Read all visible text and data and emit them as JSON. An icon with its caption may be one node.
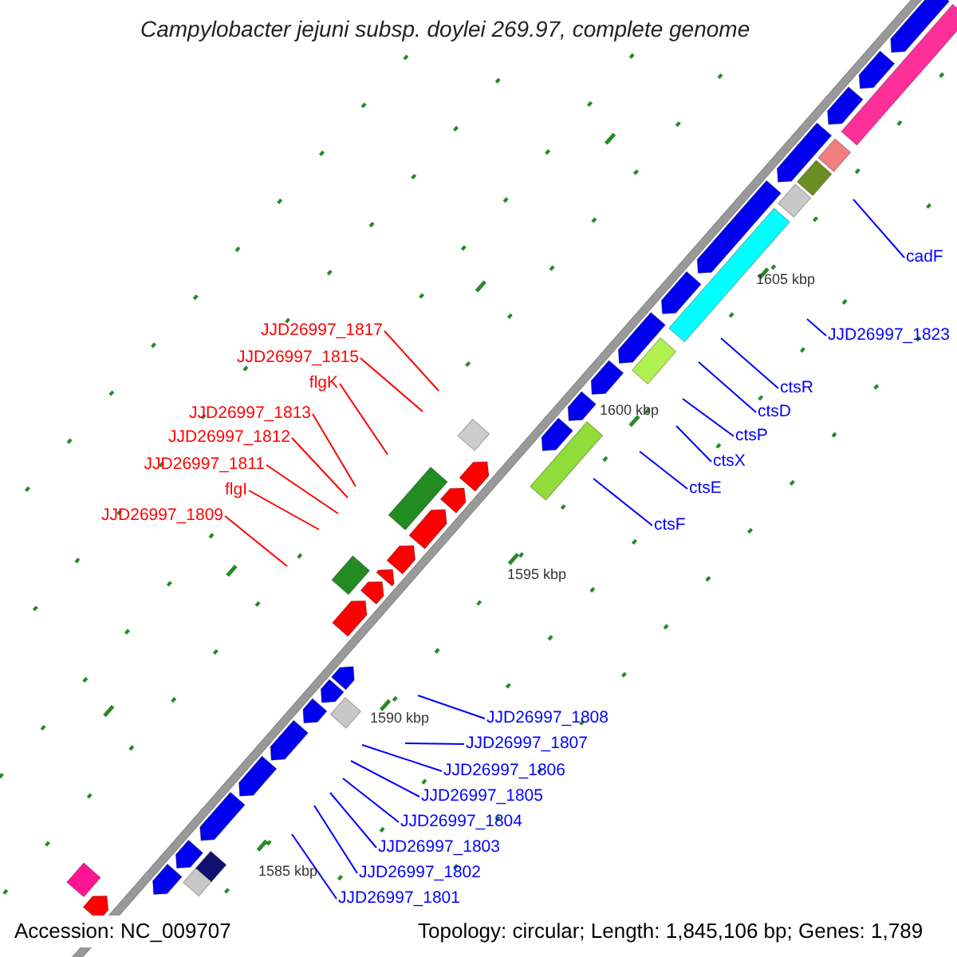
{
  "diagram": {
    "title": "Campylobacter jejuni subsp. doylei 269.97, complete genome",
    "nodes": [
      {
        "text": [
          "JJD26997_1817"
        ]
      },
      {
        "text": [
          "JJD26997_1815"
        ]
      },
      {
        "text": [
          "flgK"
        ]
      },
      {
        "text": [
          "JJD26997_1813"
        ]
      },
      {
        "text": [
          "JJD26997_1812"
        ]
      },
      {
        "text": [
          "JJD26997_1811"
        ]
      },
      {
        "text": [
          "flgI"
        ]
      },
      {
        "text": [
          "JJD26997_1809"
        ]
      },
      {
        "text": [
          "cadF"
        ]
      },
      {
        "text": [
          "JJD26997_1823"
        ]
      },
      {
        "text": [
          "ctsR"
        ]
      },
      {
        "text": [
          "ctsD"
        ]
      },
      {
        "text": [
          "ctsP"
        ]
      },
      {
        "text": [
          "ctsX"
        ]
      },
      {
        "text": [
          "ctsE"
        ]
      },
      {
        "text": [
          "ctsF"
        ]
      },
      {
        "text": [
          "JJD26997_1808"
        ]
      },
      {
        "text": [
          "JJD26997_1807"
        ]
      },
      {
        "text": [
          "JJD26997_1806"
        ]
      },
      {
        "text": [
          "JJD26997_1805"
        ]
      },
      {
        "text": [
          "JJD26997_1804"
        ]
      },
      {
        "text": [
          "JJD26997_1803"
        ]
      },
      {
        "text": [
          "JJD26997_1802"
        ]
      },
      {
        "text": [
          "JJD26997_1801"
        ]
      }
    ],
    "edges": [
      {
        "from": 0,
        "to": null,
        "arrow": "none",
        "color": "#ff0000"
      },
      {
        "from": 1,
        "to": null,
        "arrow": "none",
        "color": "#ff0000"
      },
      {
        "from": 2,
        "to": null,
        "arrow": "none",
        "color": "#ff0000"
      },
      {
        "from": 3,
        "to": null,
        "arrow": "none",
        "color": "#ff0000"
      },
      {
        "from": 4,
        "to": null,
        "arrow": "none",
        "color": "#ff0000"
      },
      {
        "from": 5,
        "to": null,
        "arrow": "none",
        "color": "#ff0000"
      },
      {
        "from": 6,
        "to": null,
        "arrow": "none",
        "color": "#ff0000"
      },
      {
        "from": 7,
        "to": null,
        "arrow": "none",
        "color": "#ff0000"
      },
      {
        "from": 8,
        "to": null,
        "arrow": "none"
      },
      {
        "from": 9,
        "to": null,
        "arrow": "none"
      },
      {
        "from": 10,
        "to": null,
        "arrow": "none"
      },
      {
        "from": 11,
        "to": null,
        "arrow": "none"
      },
      {
        "from": 12,
        "to": null,
        "arrow": "none"
      },
      {
        "from": 13,
        "to": null,
        "arrow": "none"
      },
      {
        "from": 14,
        "to": null,
        "arrow": "none"
      },
      {
        "from": 15,
        "to": null,
        "arrow": "none"
      },
      {
        "from": 16,
        "to": null,
        "arrow": "none"
      },
      {
        "from": 17,
        "to": null,
        "arrow": "none"
      },
      {
        "from": 18,
        "to": null,
        "arrow": "none"
      },
      {
        "from": 19,
        "to": null,
        "arrow": "none"
      },
      {
        "from": 20,
        "to": null,
        "arrow": "none"
      },
      {
        "from": 21,
        "to": null,
        "arrow": "none"
      },
      {
        "from": 22,
        "to": null,
        "arrow": "none"
      },
      {
        "from": 23,
        "to": null,
        "arrow": "none"
      }
    ],
    "labels": [
      "1605 kbp",
      "1600 kbp",
      "1595 kbp",
      "1590 kbp",
      "1585 kbp",
      "Accession: NC_009707",
      "Topology: circular; Length: 1,845,106 bp; Genes: 1,789"
    ]
  }
}
